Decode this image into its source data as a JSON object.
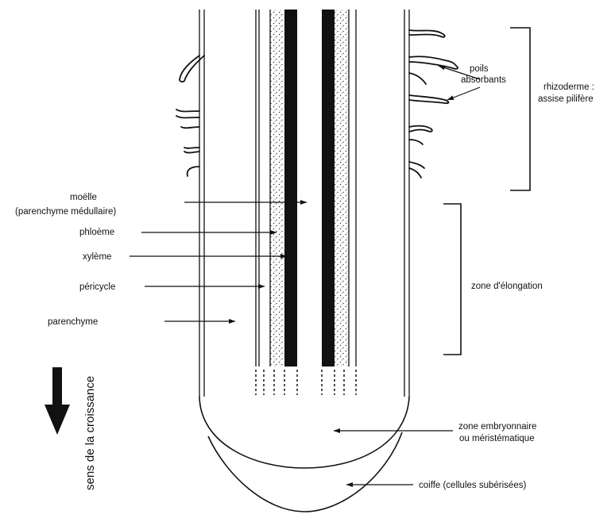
{
  "labels": {
    "moelle_line1": "moëlle",
    "moelle_line2": "(parenchyme médullaire)",
    "phloeme": "phloème",
    "xyleme": "xylème",
    "pericycle": "péricycle",
    "parenchyme": "parenchyme",
    "poils_line1": "poils",
    "poils_line2": "absorbants",
    "rhizoderme_line1": "rhizoderme :",
    "rhizoderme_line2": "assise pilifère",
    "zone_elongation": "zone d'élongation",
    "zone_embryo_line1": "zone embryonnaire",
    "zone_embryo_line2": "ou méristématique",
    "coiffe": "coiffe (cellules subérisées)",
    "sens_croissance": "sens de la croissance"
  },
  "colors": {
    "ink": "#111111",
    "background": "#ffffff"
  },
  "icons": {
    "growth_arrow": "down-arrow-icon"
  }
}
